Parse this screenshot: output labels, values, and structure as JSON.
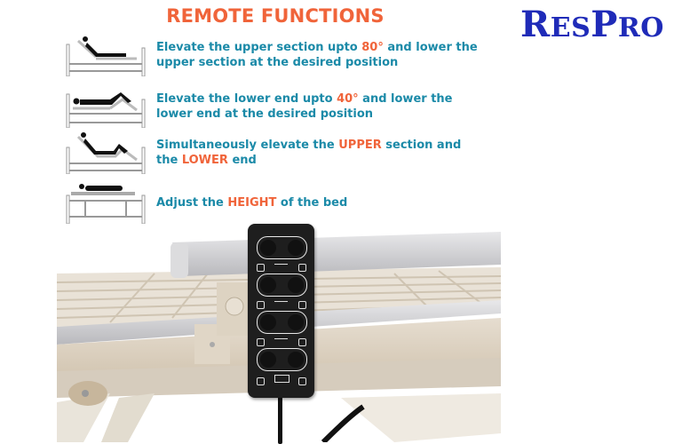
{
  "header": {
    "title": "REMOTE FUNCTIONS",
    "logo": {
      "part1_big": "R",
      "part1_small": "ES",
      "part2_big": "P",
      "part2_small": "RO"
    }
  },
  "functions": [
    {
      "icon": "bed-upper-section-raised-icon",
      "text_before": "Elevate the upper section upto ",
      "highlight": "80°",
      "text_after": " and lower the upper section at the desired position"
    },
    {
      "icon": "bed-lower-end-raised-icon",
      "text_before": "Elevate the lower end upto ",
      "highlight": "40°",
      "text_after": " and lower the lower end at the desired position"
    },
    {
      "icon": "bed-both-sections-raised-icon",
      "text_before": "Simultaneously elevate the ",
      "highlight": "UPPER",
      "text_middle": " section and the ",
      "highlight2": "LOWER",
      "text_after": " end"
    },
    {
      "icon": "bed-height-adjust-icon",
      "text_before": "Adjust the ",
      "highlight": "HEIGHT",
      "text_after": " of the bed"
    }
  ],
  "colors": {
    "accent": "#f0643a",
    "text": "#1b8aa8",
    "logo": "#1f2bb8"
  },
  "photo": {
    "subject": "bed-with-hand-remote",
    "remote_button_pairs": 4
  }
}
